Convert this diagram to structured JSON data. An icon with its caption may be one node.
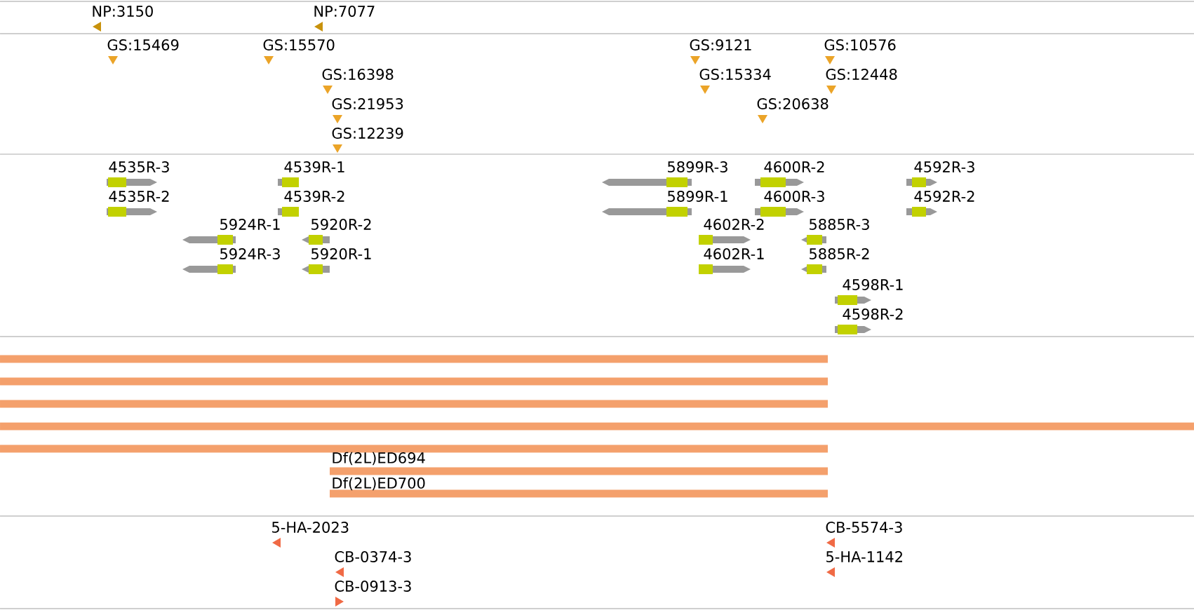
{
  "diagram": {
    "labels": [
      "NP:3150",
      "NP:7077",
      "GS:15469",
      "GS:15570",
      "GS:9121",
      "GS:10576",
      "GS:16398",
      "GS:15334",
      "GS:12448",
      "GS:21953",
      "GS:20638",
      "GS:12239",
      "4535R-3",
      "4539R-1",
      "5899R-3",
      "4600R-2",
      "4592R-3",
      "4535R-2",
      "4539R-2",
      "5899R-1",
      "4600R-3",
      "4592R-2",
      "5924R-1",
      "5920R-2",
      "4602R-2",
      "5885R-3",
      "5924R-3",
      "5920R-1",
      "4602R-1",
      "5885R-2",
      "4598R-1",
      "4598R-2",
      "Df(2L)ED694",
      "Df(2L)ED700",
      "5-HA-2023",
      "CB-5574-3",
      "CB-0374-3",
      "5-HA-1142",
      "CB-0913-3"
    ]
  }
}
